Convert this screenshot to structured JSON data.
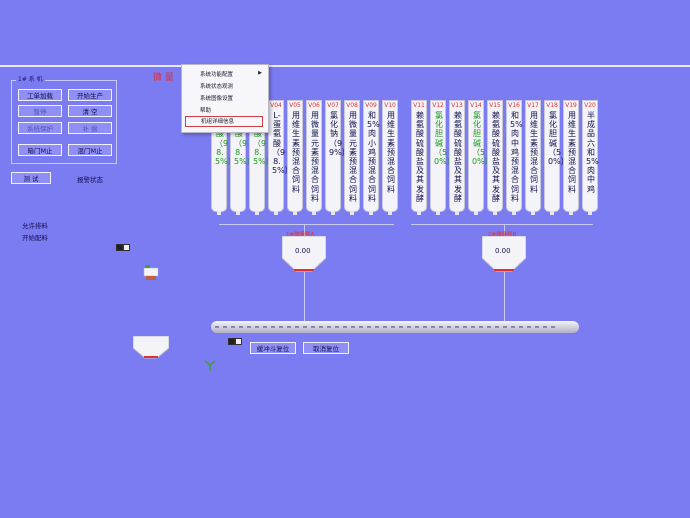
{
  "panel": {
    "title": "1# 系 机",
    "buttons": [
      "工单加载",
      "开始生产",
      "暂停",
      "清 空",
      "系统保护",
      "补 偿",
      "暗门M止",
      "混门M止"
    ],
    "test_button": "测 试",
    "status_label": "报警状态"
  },
  "left_labels": [
    "允许排料",
    "开始配料"
  ],
  "screen_title": "微 量",
  "context_menu": {
    "items": [
      "系统功能配置",
      "系统状态观测",
      "系统图像设置",
      "帮助",
      "机组详细信息"
    ],
    "highlighted": "机组详细信息"
  },
  "silos_left": [
    {
      "code": "",
      "text": "…氨酸（98.5%）",
      "green": true
    },
    {
      "code": "",
      "text": "…氨酸（98.5%）",
      "green": true
    },
    {
      "code": "",
      "text": "…胺酸（98.5%）",
      "green": true
    },
    {
      "code": "V04",
      "text": "L-蛋氨酸（98.5%）",
      "green": false
    },
    {
      "code": "V05",
      "text": "用维生素预混合饲料",
      "green": false
    },
    {
      "code": "V06",
      "text": "用微量元素预混合饲料",
      "green": false
    },
    {
      "code": "V07",
      "text": "氯化钠（99%）",
      "green": false
    },
    {
      "code": "V08",
      "text": "用微量元素预混合饲料",
      "green": false
    },
    {
      "code": "V09",
      "text": "和5%肉小鸡预混合饲料",
      "green": false
    },
    {
      "code": "V10",
      "text": "用维生素预混合饲料",
      "green": false
    }
  ],
  "silos_right": [
    {
      "code": "V11",
      "text": "赖氨酸硫酸盐及其发酵",
      "green": false
    },
    {
      "code": "V12",
      "text": "氯化胆碱（50%）",
      "green": true
    },
    {
      "code": "V13",
      "text": "赖氨酸硫酸盐及其发酵",
      "green": false
    },
    {
      "code": "V14",
      "text": "氯化胆碱（50%）",
      "green": true
    },
    {
      "code": "V15",
      "text": "赖氨酸硫酸盐及其发酵",
      "green": false
    },
    {
      "code": "V16",
      "text": "和5%肉中鸡预混合饲料",
      "green": false
    },
    {
      "code": "V17",
      "text": "用维生素预混合饲料",
      "green": false
    },
    {
      "code": "V18",
      "text": "氯化胆碱（50%）",
      "green": false
    },
    {
      "code": "V19",
      "text": "用维生素预混合饲料",
      "green": false
    },
    {
      "code": "V20",
      "text": "半成品六和5%肉中鸡",
      "green": false
    }
  ],
  "hoppers": [
    {
      "label": "1#微量秤A",
      "value": "0.00"
    },
    {
      "label": "2#微量秤B",
      "value": "0.00"
    }
  ],
  "bottom_buttons": [
    "缓冲斗复位",
    "取消复位"
  ],
  "colors": {
    "background": "#7b7bf2",
    "accent_red": "#e03030",
    "green_text": "#1a9a1a"
  }
}
